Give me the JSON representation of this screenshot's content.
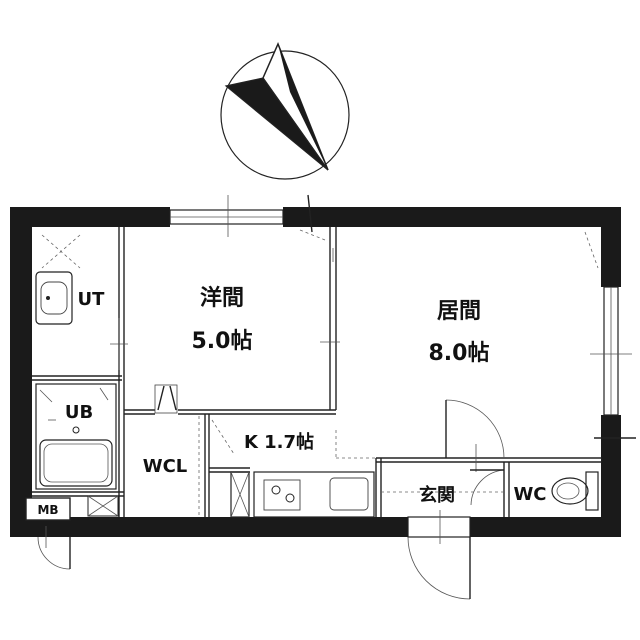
{
  "rooms": {
    "western": {
      "name": "洋間",
      "size": "5.0帖"
    },
    "living": {
      "name": "居間",
      "size": "8.0帖"
    },
    "kitchen": {
      "label": "K 1.7帖"
    },
    "utility": {
      "label": "UT"
    },
    "bath": {
      "label": "UB"
    },
    "closet": {
      "label": "WCL"
    },
    "entrance": {
      "label": "玄関"
    },
    "toilet": {
      "label": "WC"
    },
    "meterbox": {
      "label": "MB"
    }
  },
  "compass": {
    "direction": "north",
    "rotation_deg": -30
  },
  "colors": {
    "wall": "#1a1a1a",
    "line": "#222222",
    "background": "#ffffff"
  }
}
